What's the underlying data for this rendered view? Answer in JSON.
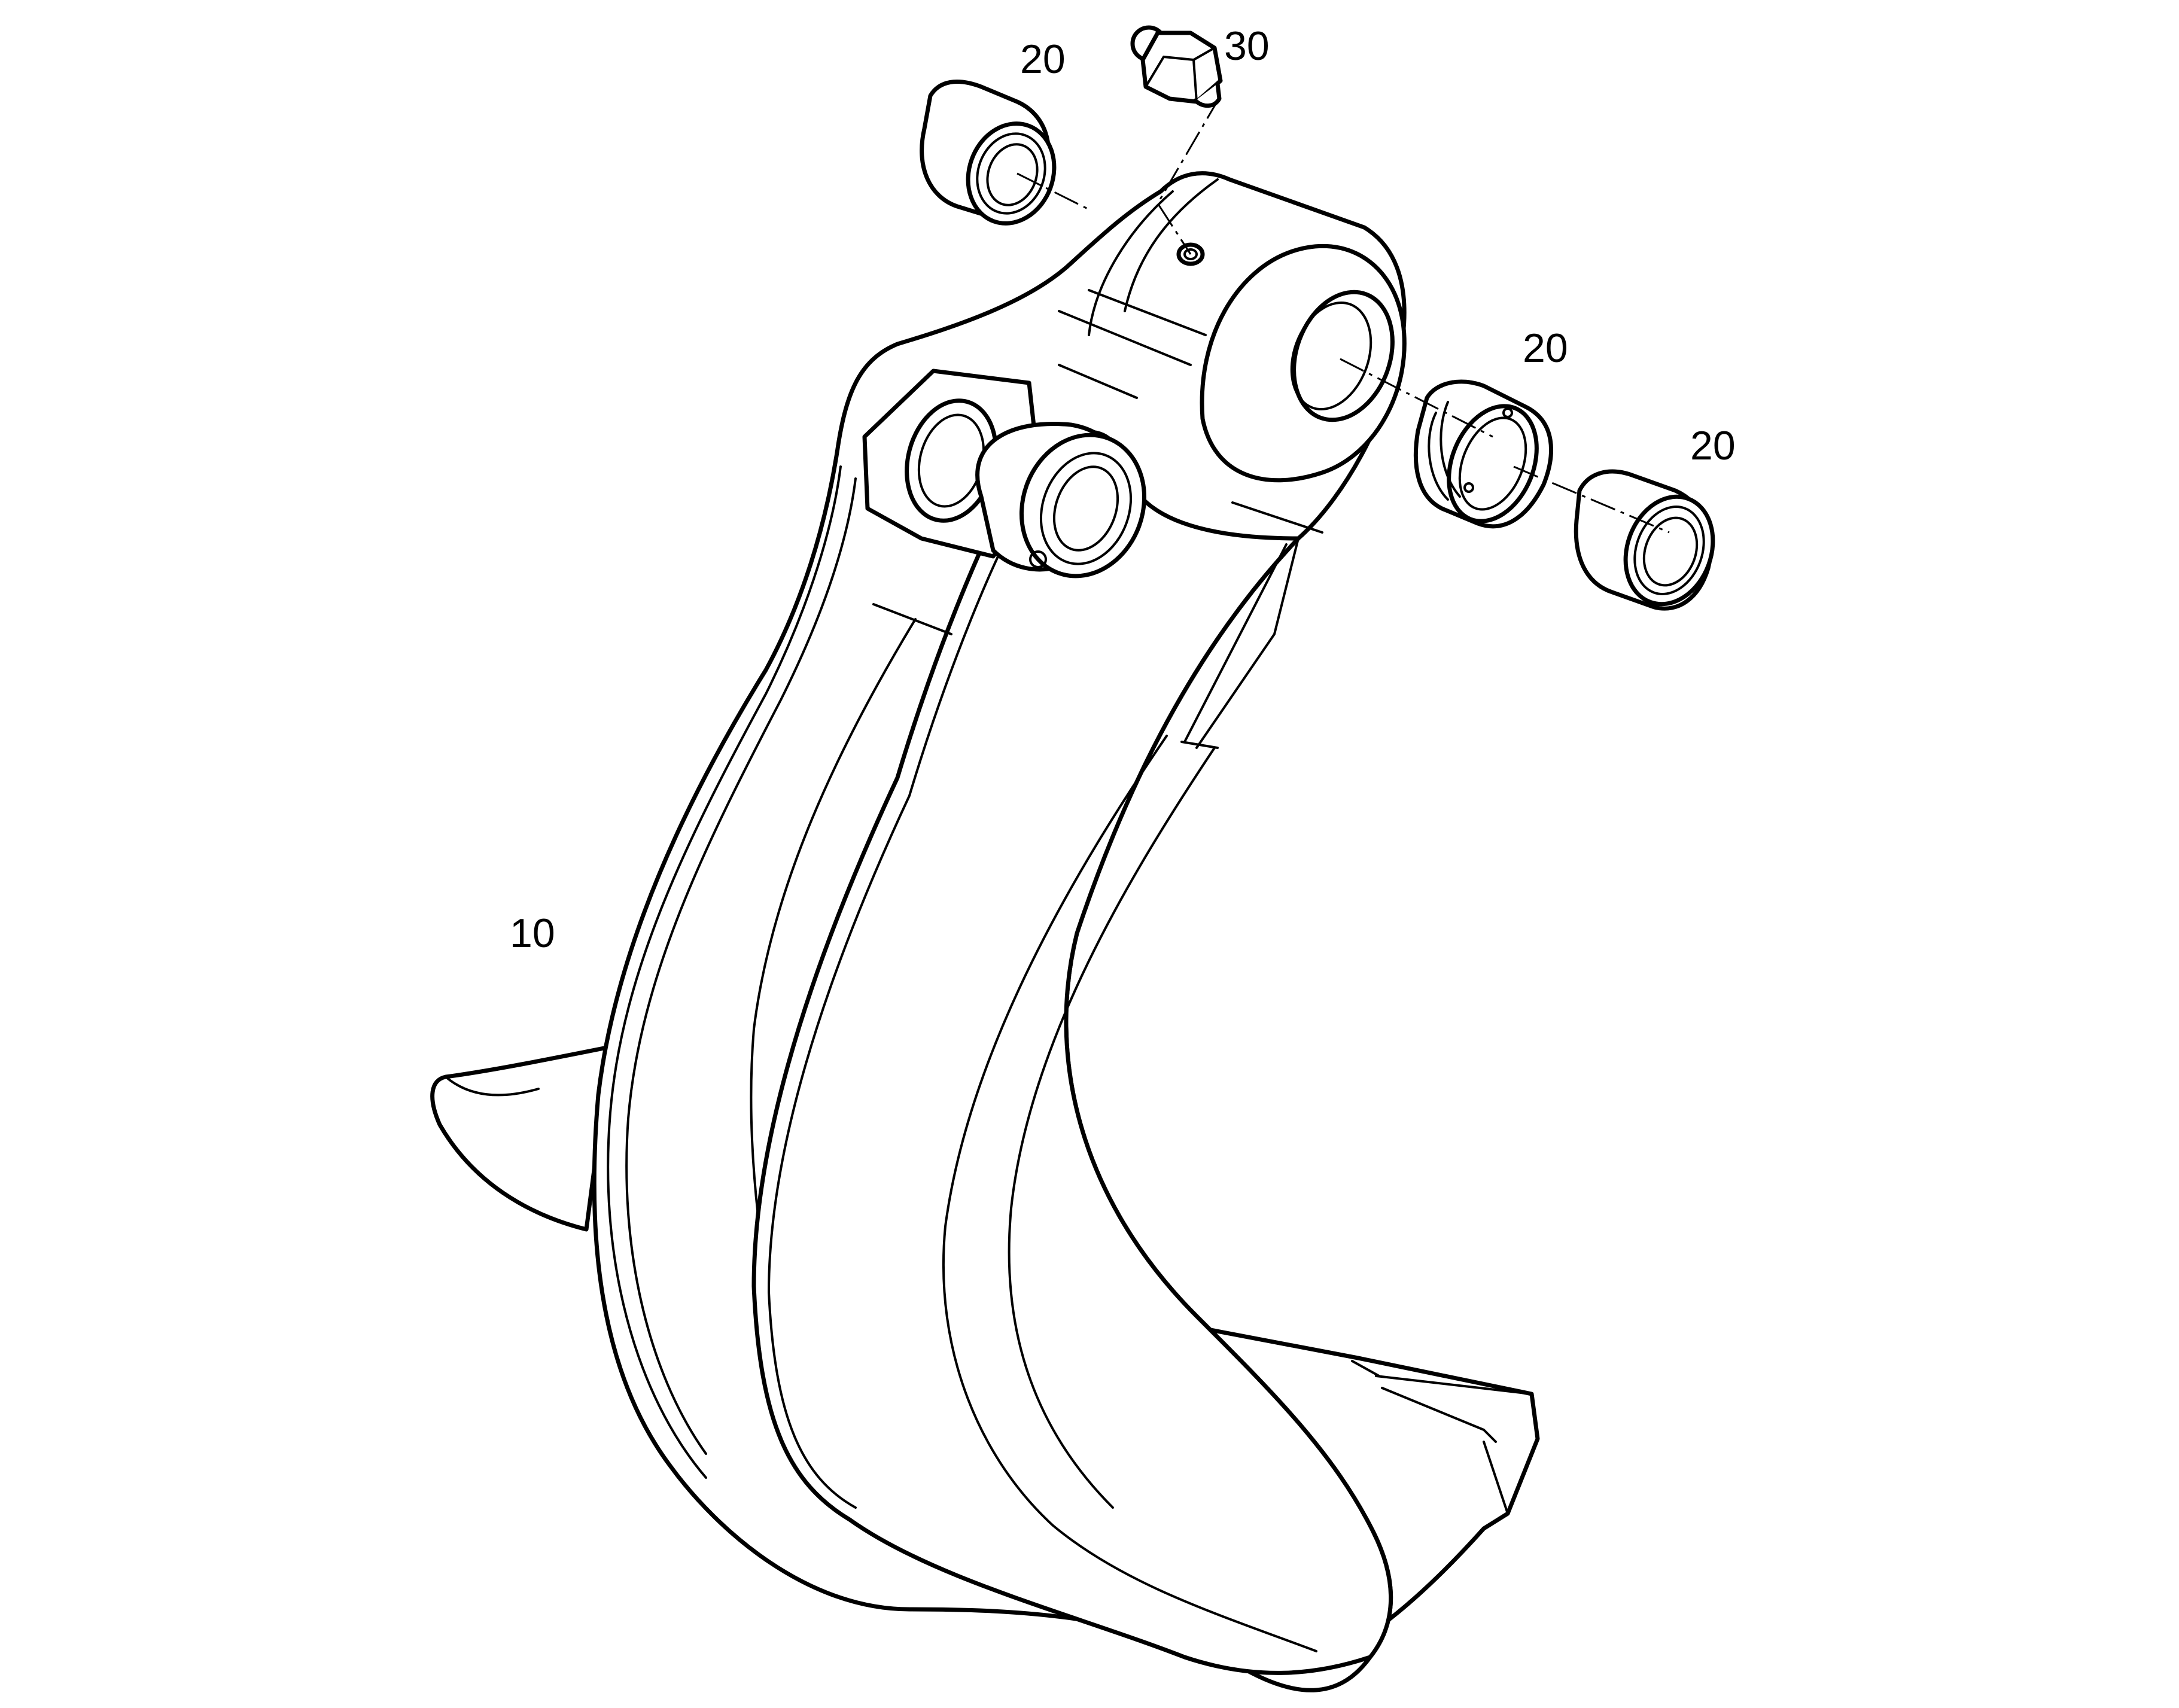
{
  "diagram": {
    "type": "exploded parts view",
    "callouts": [
      {
        "id": "callout-10",
        "text": "10"
      },
      {
        "id": "callout-20-top",
        "text": "20"
      },
      {
        "id": "callout-30",
        "text": "30"
      },
      {
        "id": "callout-20-mid",
        "text": "20"
      },
      {
        "id": "callout-20-right",
        "text": "20"
      }
    ],
    "line_color": "#000000",
    "background": "#ffffff"
  }
}
